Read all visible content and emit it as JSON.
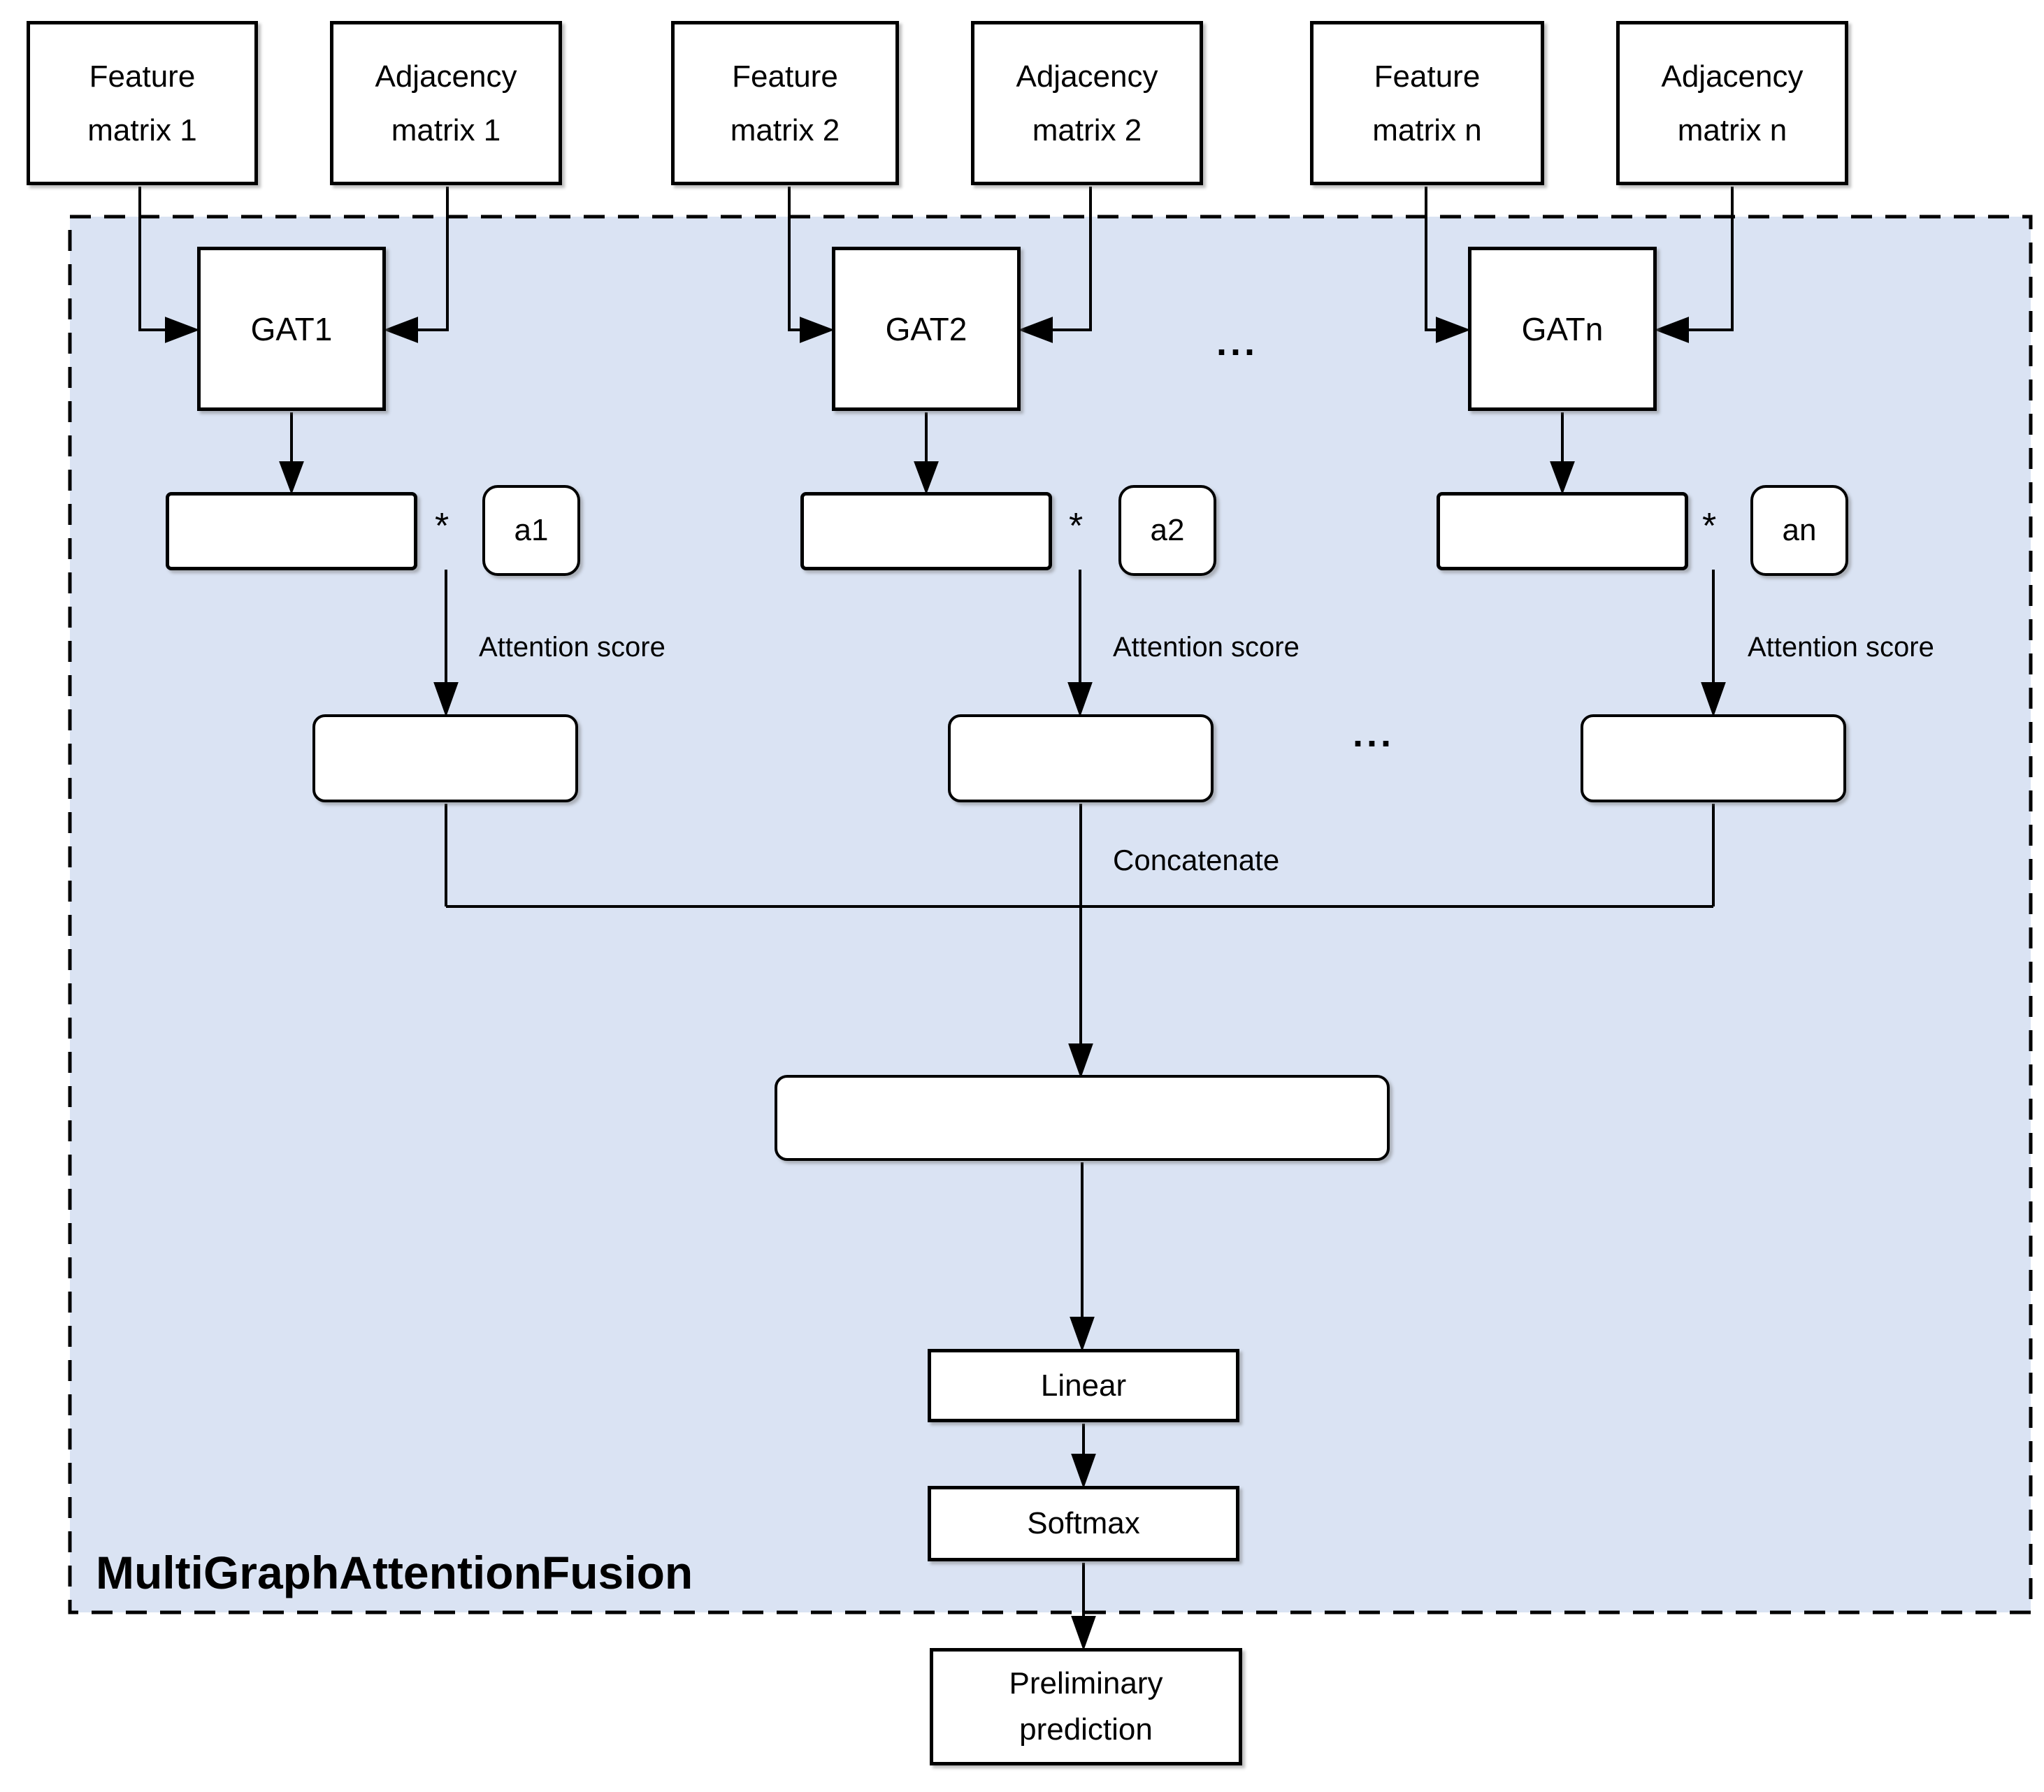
{
  "title": "MultiGraphAttentionFusion",
  "container": {
    "label": "MultiGraphAttentionFusion"
  },
  "columns": [
    {
      "feature": "Feature\nmatrix 1",
      "adjacency": "Adjacency\nmatrix 1",
      "gat": "GAT1",
      "star": "*",
      "alpha": "a1",
      "attention": "Attention score"
    },
    {
      "feature": "Feature\nmatrix 2",
      "adjacency": "Adjacency\nmatrix 2",
      "gat": "GAT2",
      "star": "*",
      "alpha": "a2",
      "attention": "Attention score"
    },
    {
      "feature": "Feature\nmatrix n",
      "adjacency": "Adjacency\nmatrix n",
      "gat": "GATn",
      "star": "*",
      "alpha": "an",
      "attention": "Attention score"
    }
  ],
  "ellipsis": {
    "gat_row": "...",
    "score_row": "..."
  },
  "concatenate_label": "Concatenate",
  "linear_label": "Linear",
  "softmax_label": "Softmax",
  "output_label": "Preliminary\nprediction",
  "colors": {
    "container_fill": "#dae3f3",
    "line": "#000000",
    "box_fill": "#ffffff",
    "box_border": "#000000"
  }
}
